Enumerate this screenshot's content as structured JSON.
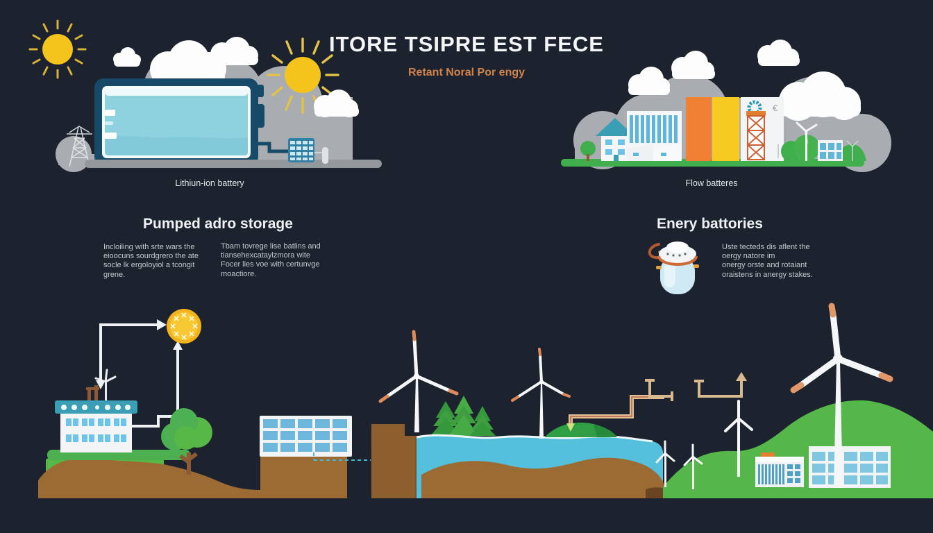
{
  "header": {
    "title": "ITORE TSIPRE EST FECE",
    "subtitle": "Retant Noral Por engy"
  },
  "panels": {
    "lithium": {
      "caption": "Lithiun-ion battery"
    },
    "flow": {
      "caption": "Flow batteres"
    }
  },
  "sections": {
    "pumped": {
      "heading": "Pumped adro storage",
      "col1": "Incloiling with srte wars the\neioocuns sourdgrero the ate\nsocle lk ergoloyiol a tcongit\ngrene.",
      "col2": "Tbam tovrege lise batlins and\ntiansehexcataylzmora wite\nFocer lies voe with certunvge\nmoactiore."
    },
    "energy": {
      "heading": "Enery battories",
      "body": "Uste tecteds dis aflent the\noergy natore im\nonergy orste and rotaiant\noraistens in anergy stakes."
    }
  },
  "glyphs": {
    "euro": "€"
  },
  "colors": {
    "background": "#1d232e",
    "accent_orange": "#d0824b",
    "sun_yellow": "#f5c41c",
    "battery_blue": "#174a68",
    "battery_fill": "#8ed2e0",
    "cloud_gray": "#a9adb2",
    "grass_green": "#4caf50",
    "water_blue": "#55c0dc",
    "ground_brown": "#9c6a33",
    "panel_orange": "#f28033",
    "panel_yellow": "#f7ca22",
    "pipe_tan": "#e0bd92"
  }
}
